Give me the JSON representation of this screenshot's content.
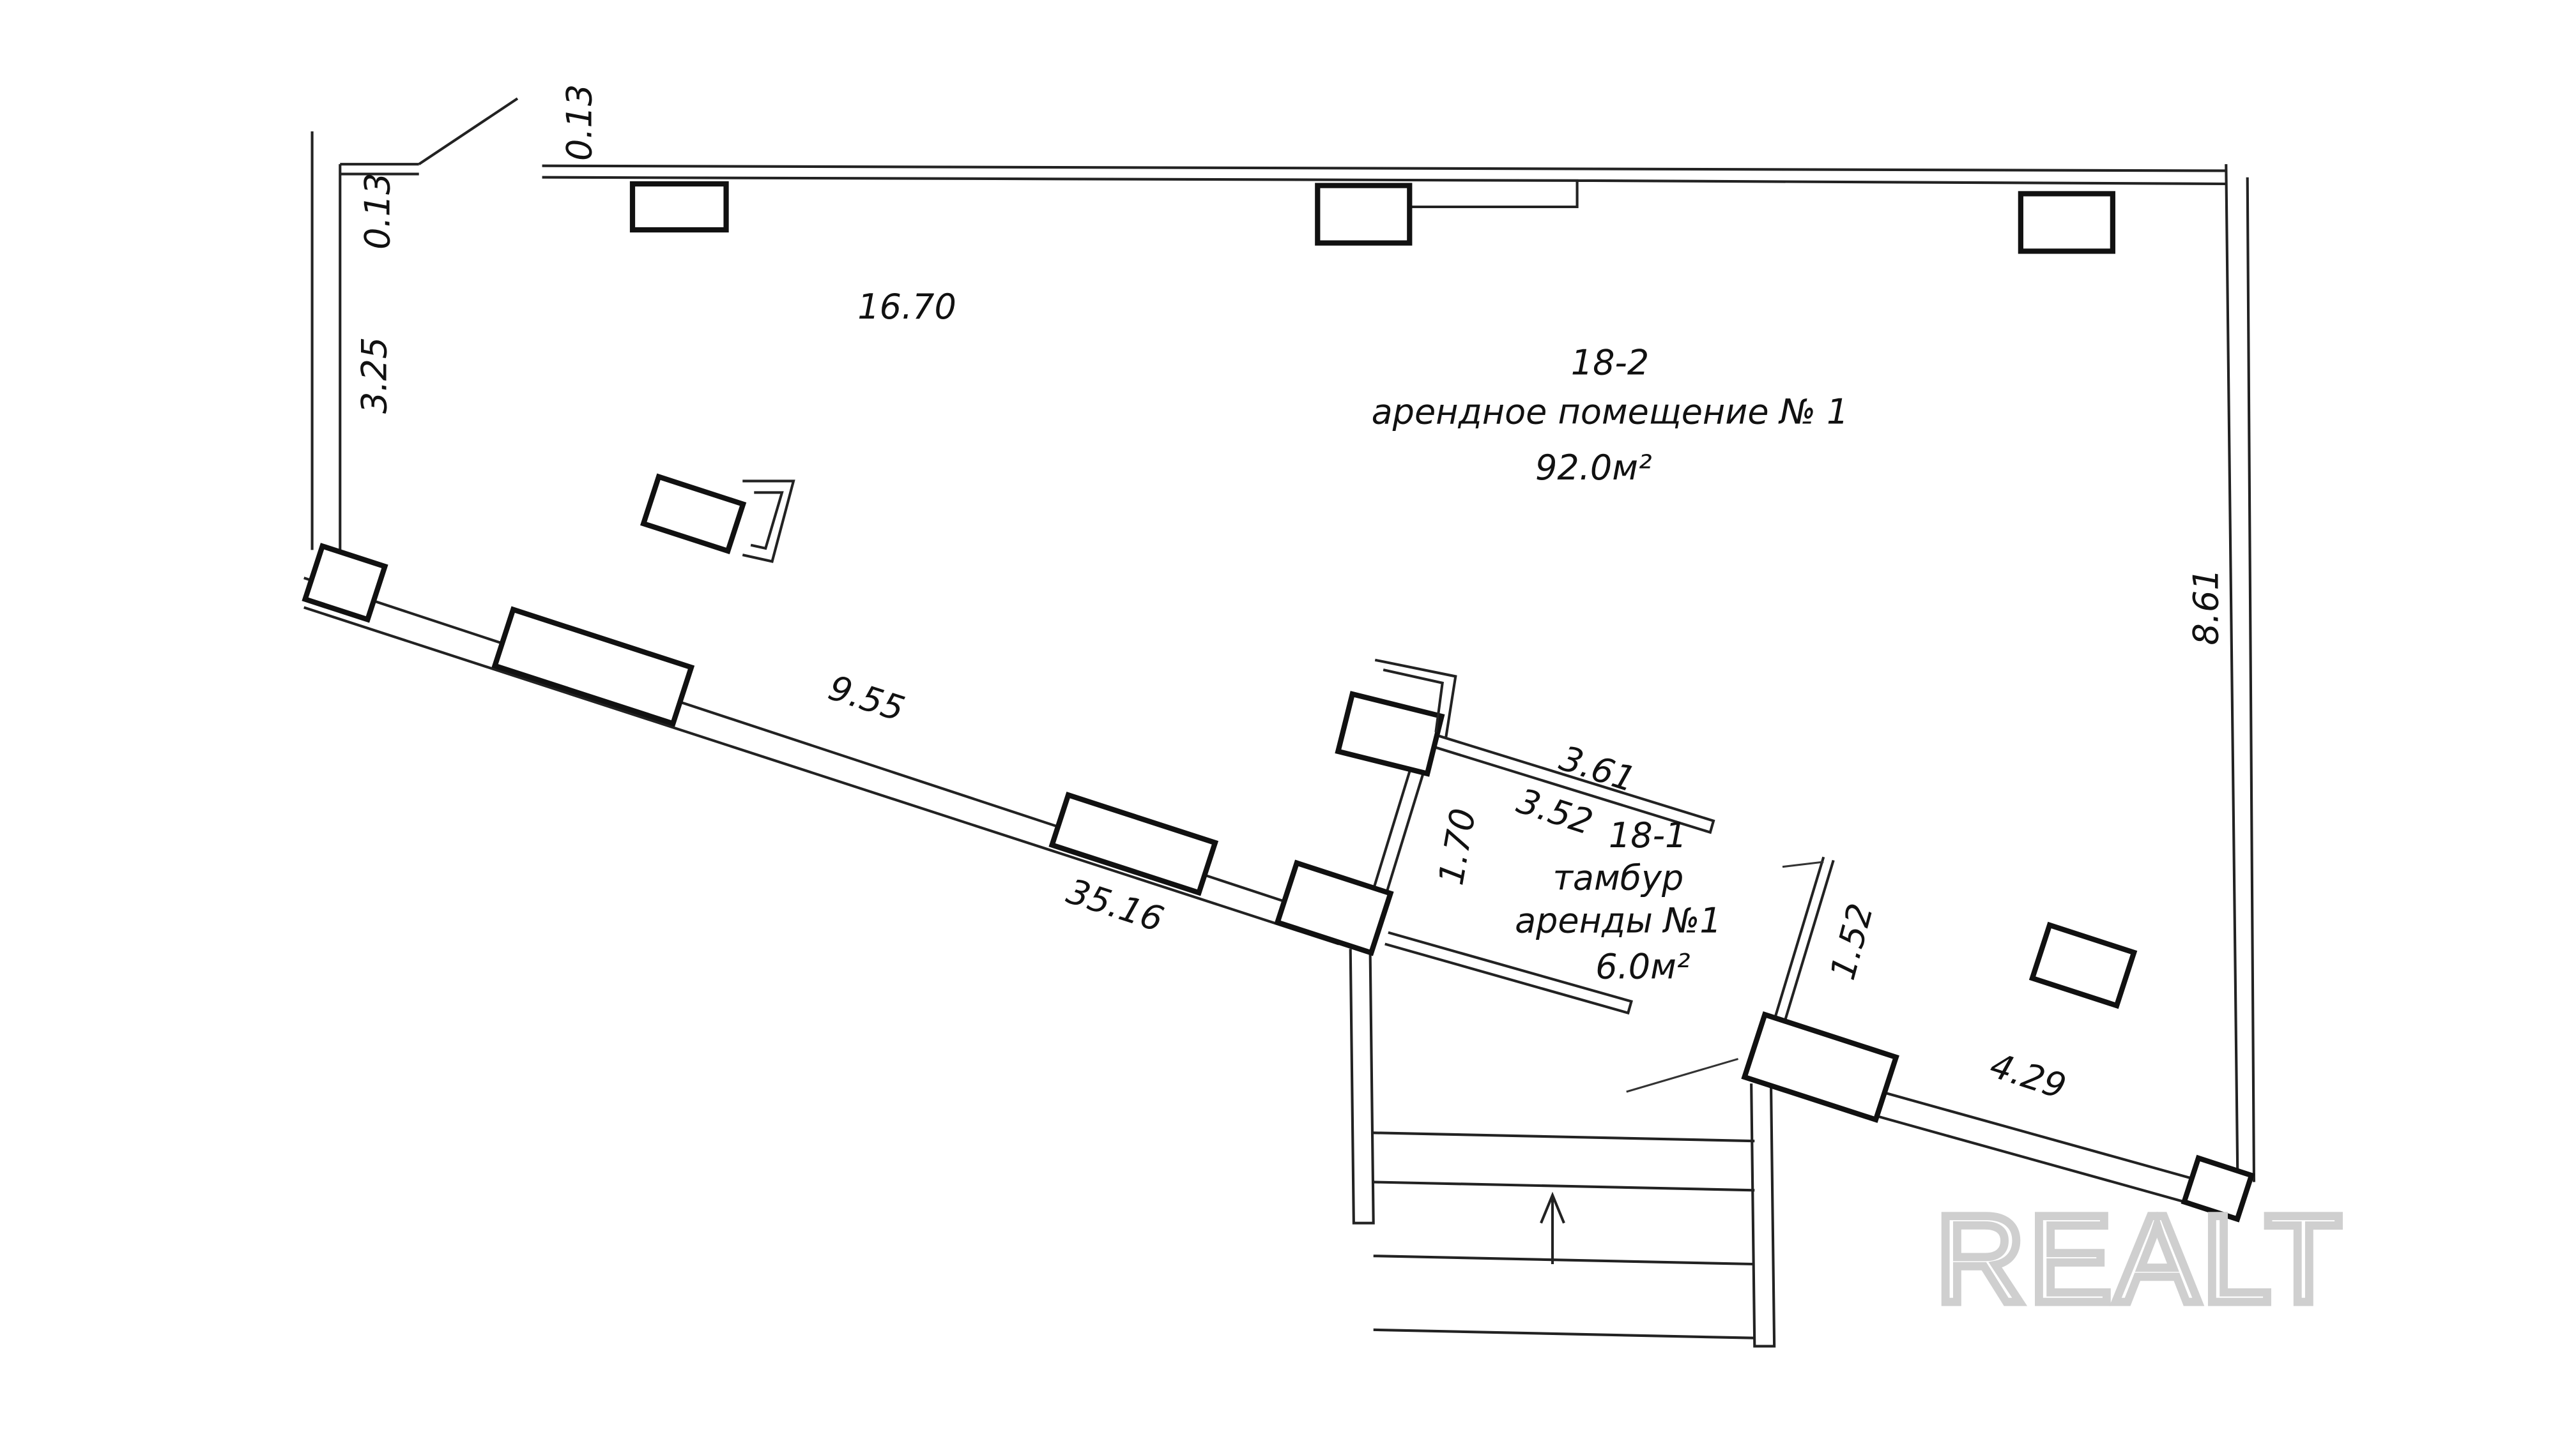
{
  "rooms": {
    "main": {
      "code": "18-2",
      "name": "арендное помещение № 1",
      "area": "92.0м²"
    },
    "vestibule": {
      "code": "18-1",
      "name_line1": "тамбур",
      "name_line2": "аренды №1",
      "area": "6.0м²"
    }
  },
  "dimensions": {
    "top_stub": "0.13",
    "left_stub": "0.13",
    "left_wall": "3.25",
    "top_wall": "16.70",
    "right_wall": "8.61",
    "diag_wall": "9.55",
    "diag_total": "35.16",
    "vest_top_outer": "3.61",
    "vest_top_inner": "3.52",
    "vest_left": "1.70",
    "vest_right": "1.52",
    "bottom_right": "4.29"
  },
  "watermark": "REALT"
}
